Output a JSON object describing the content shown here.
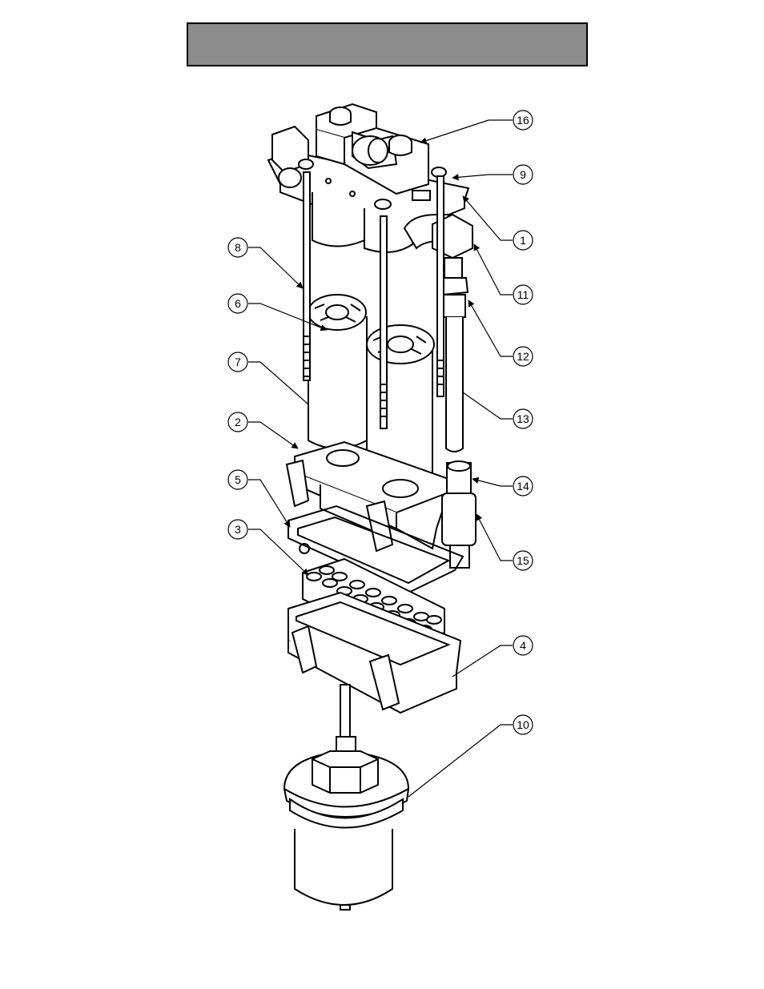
{
  "header": {
    "title": ""
  },
  "callouts": [
    {
      "id": "c16",
      "label": "16"
    },
    {
      "id": "c9",
      "label": "9"
    },
    {
      "id": "c1",
      "label": "1"
    },
    {
      "id": "c11",
      "label": "11"
    },
    {
      "id": "c12",
      "label": "12"
    },
    {
      "id": "c13",
      "label": "13"
    },
    {
      "id": "c14",
      "label": "14"
    },
    {
      "id": "c15",
      "label": "15"
    },
    {
      "id": "c4",
      "label": "4"
    },
    {
      "id": "c10",
      "label": "10"
    },
    {
      "id": "c8",
      "label": "8"
    },
    {
      "id": "c6",
      "label": "6"
    },
    {
      "id": "c7",
      "label": "7"
    },
    {
      "id": "c2",
      "label": "2"
    },
    {
      "id": "c5",
      "label": "5"
    },
    {
      "id": "c3",
      "label": "3"
    }
  ],
  "colors": {
    "header_fill": "#8c8c8c",
    "line": "#000000",
    "paper": "#ffffff"
  }
}
